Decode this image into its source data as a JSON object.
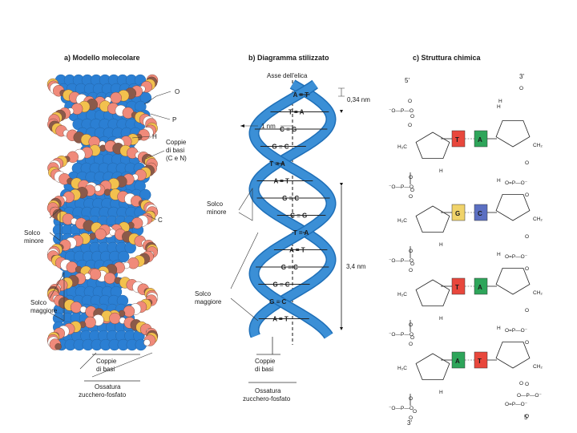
{
  "panels": {
    "a": {
      "title": "a) Modello molecolare",
      "labels": {
        "o": "O",
        "p": "P",
        "h": "H",
        "base_pairs_cn": "Coppie\ndi basi\n(C e N)",
        "c": "C",
        "minor_groove": "Solco\nminore",
        "major_groove": "Solco\nmaggiore"
      }
    },
    "b": {
      "title": "b) Diagramma stilizzato",
      "labels": {
        "helix_axis": "Asse dell'elica",
        "rise": "0,34 nm",
        "width": "1 nm",
        "pitch": "3,4 nm",
        "minor_groove": "Solco\nminore",
        "major_groove": "Solco\nmaggiore",
        "base_pairs": "Coppie\ndi basi",
        "backbone": "Ossatura\nzucchero-fosfato"
      },
      "base_pairs": [
        "A = T",
        "T = A",
        "C ≡ G",
        "G ≡ C",
        "T = A",
        "A = T",
        "G ≡ C",
        "C ≡ G",
        "T = A",
        "A = T",
        "G ≡ C",
        "G ≡ C",
        "G ≡ C",
        "A = T"
      ]
    },
    "c": {
      "title": "c) Struttura chimica",
      "end_top_left": "5'",
      "end_top_right": "3'",
      "end_bottom_left": "3'",
      "end_bottom_right": "5'",
      "pairs": [
        {
          "left": "T",
          "right": "A",
          "left_color": "#e8473c",
          "right_color": "#2ea55a"
        },
        {
          "left": "G",
          "right": "C",
          "left_color": "#f0d36a",
          "right_color": "#5b6fc2"
        },
        {
          "left": "T",
          "right": "A",
          "left_color": "#e8473c",
          "right_color": "#2ea55a"
        },
        {
          "left": "A",
          "right": "T",
          "left_color": "#2ea55a",
          "right_color": "#e8473c"
        }
      ]
    }
  },
  "footer": {
    "base_pairs": "Coppie\ndi basi",
    "backbone": "Ossatura\nzucchero-fosfato"
  },
  "colors": {
    "helix_blue": "#3b8fd6",
    "base_blue": "#2b7fd3",
    "phosphate_yellow": "#f2c14e",
    "oxygen_pink": "#f08a7a",
    "carbon_brown": "#8b5a4a"
  }
}
